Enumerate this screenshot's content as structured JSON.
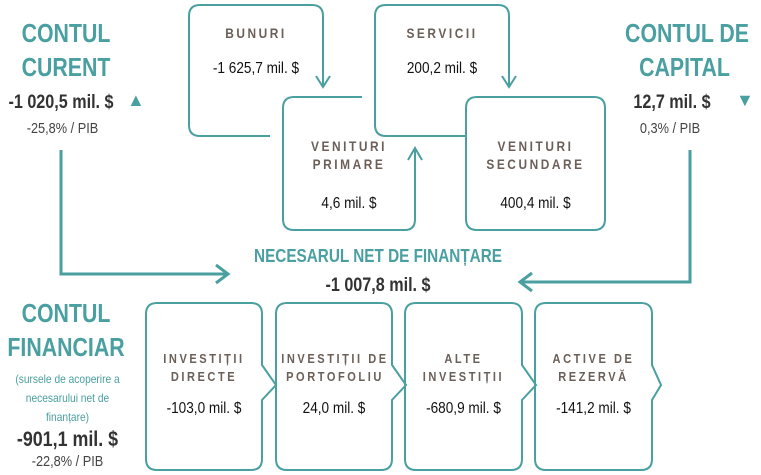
{
  "current_account": {
    "title_1": "CONTUL",
    "title_2": "CURENT",
    "value": "-1 020,5 mil. $",
    "trend": "arrow-up-icon",
    "pct": "-25,8% / PIB"
  },
  "capital_account": {
    "title_1": "CONTUL DE",
    "title_2": "CAPITAL",
    "value": "12,7 mil. $",
    "trend": "arrow-down-icon",
    "pct": "0,3% / PIB"
  },
  "goods": {
    "title": "BUNURI",
    "value": "-1 625,7 mil. $"
  },
  "services": {
    "title": "SERVICII",
    "value": "200,2 mil. $"
  },
  "primary_income": {
    "title_1": "VENITURI",
    "title_2": "PRIMARE",
    "value": "4,6 mil. $"
  },
  "secondary_income": {
    "title_1": "VENITURI",
    "title_2": "SECUNDARE",
    "value": "400,4 mil. $"
  },
  "net_financing": {
    "title": "NECESARUL NET DE FINANȚARE",
    "value": "-1 007,8 mil. $"
  },
  "financial_account": {
    "title_1": "CONTUL",
    "title_2": "FINANCIAR",
    "note_1": "(sursele de acoperire a",
    "note_2": "necesarului net de",
    "note_3": "finanțare)",
    "value": "-901,1 mil. $",
    "pct": "-22,8% / PIB"
  },
  "financial_items": [
    {
      "title_1": "INVESTIȚII",
      "title_2": "DIRECTE",
      "value": "-103,0 mil. $"
    },
    {
      "title_1": "INVESTIȚII DE",
      "title_2": "PORTOFOLIU",
      "value": "24,0 mil. $"
    },
    {
      "title_1": "ALTE",
      "title_2": "INVESTIȚII",
      "value": "-680,9 mil. $"
    },
    {
      "title_1": "ACTIVE DE",
      "title_2": "REZERVĂ",
      "value": "-141,2 mil. $"
    }
  ],
  "colors": {
    "accent": "#4a9fa0",
    "box_title": "#6b5f57"
  }
}
